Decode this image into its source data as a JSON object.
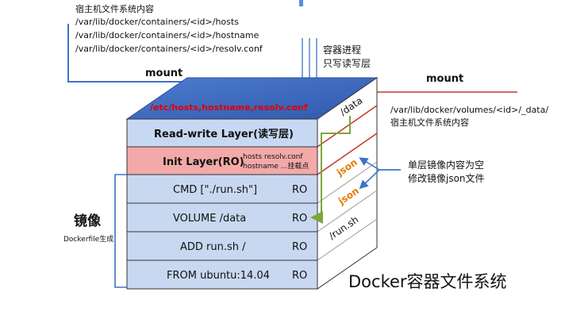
{
  "host_fs_note": {
    "title": "宿主机文件系统内容",
    "paths": [
      "/var/lib/docker/containers/<id>/hosts",
      "/var/lib/docker/containers/<id>/hostname",
      "/var/lib/docker/containers/<id>/resolv.conf"
    ]
  },
  "mount_left": "mount",
  "container_process": [
    "容器进程",
    "只写读写层"
  ],
  "mount_right": {
    "label": "mount",
    "path": "/var/lib/docker/volumes/<id>/_data/",
    "desc": "宿主机文件系统内容"
  },
  "top_face_files": "/etc/hosts,hostname,resolv.conf",
  "layers": {
    "rw": "Read-write Layer(读写层)",
    "init": {
      "label": "Init Layer(RO)",
      "files_1": "hosts   resolv.conf",
      "files_2": "hostname ...挂载点"
    },
    "image": [
      {
        "cmd": "CMD [\"./run.sh\"]",
        "mode": "RO"
      },
      {
        "cmd": "VOLUME /data",
        "mode": "RO"
      },
      {
        "cmd": "ADD run.sh /",
        "mode": "RO"
      },
      {
        "cmd": "FROM ubuntu:14.04",
        "mode": "RO"
      }
    ]
  },
  "side": {
    "data": "/data",
    "json_1": "json",
    "json_2": "json",
    "run_sh": "/run.sh"
  },
  "right_note": [
    "单层镜像内容为空",
    "修改镜像json文件"
  ],
  "image_label": {
    "main": "镜像",
    "sub": "Dockerfile生成"
  },
  "title": "Docker容器文件系统",
  "colors": {
    "top_face": "#3a64b8",
    "rw_layer": "#c7d8f2",
    "init_layer": "#f3a9a9",
    "image_layer": "#c8d8f0",
    "side_face": "#ffffff",
    "arrow_blue": "#3f72c6",
    "arrow_green": "#7da63a",
    "json_orange": "#e47c00",
    "red_line": "#c0392b"
  }
}
